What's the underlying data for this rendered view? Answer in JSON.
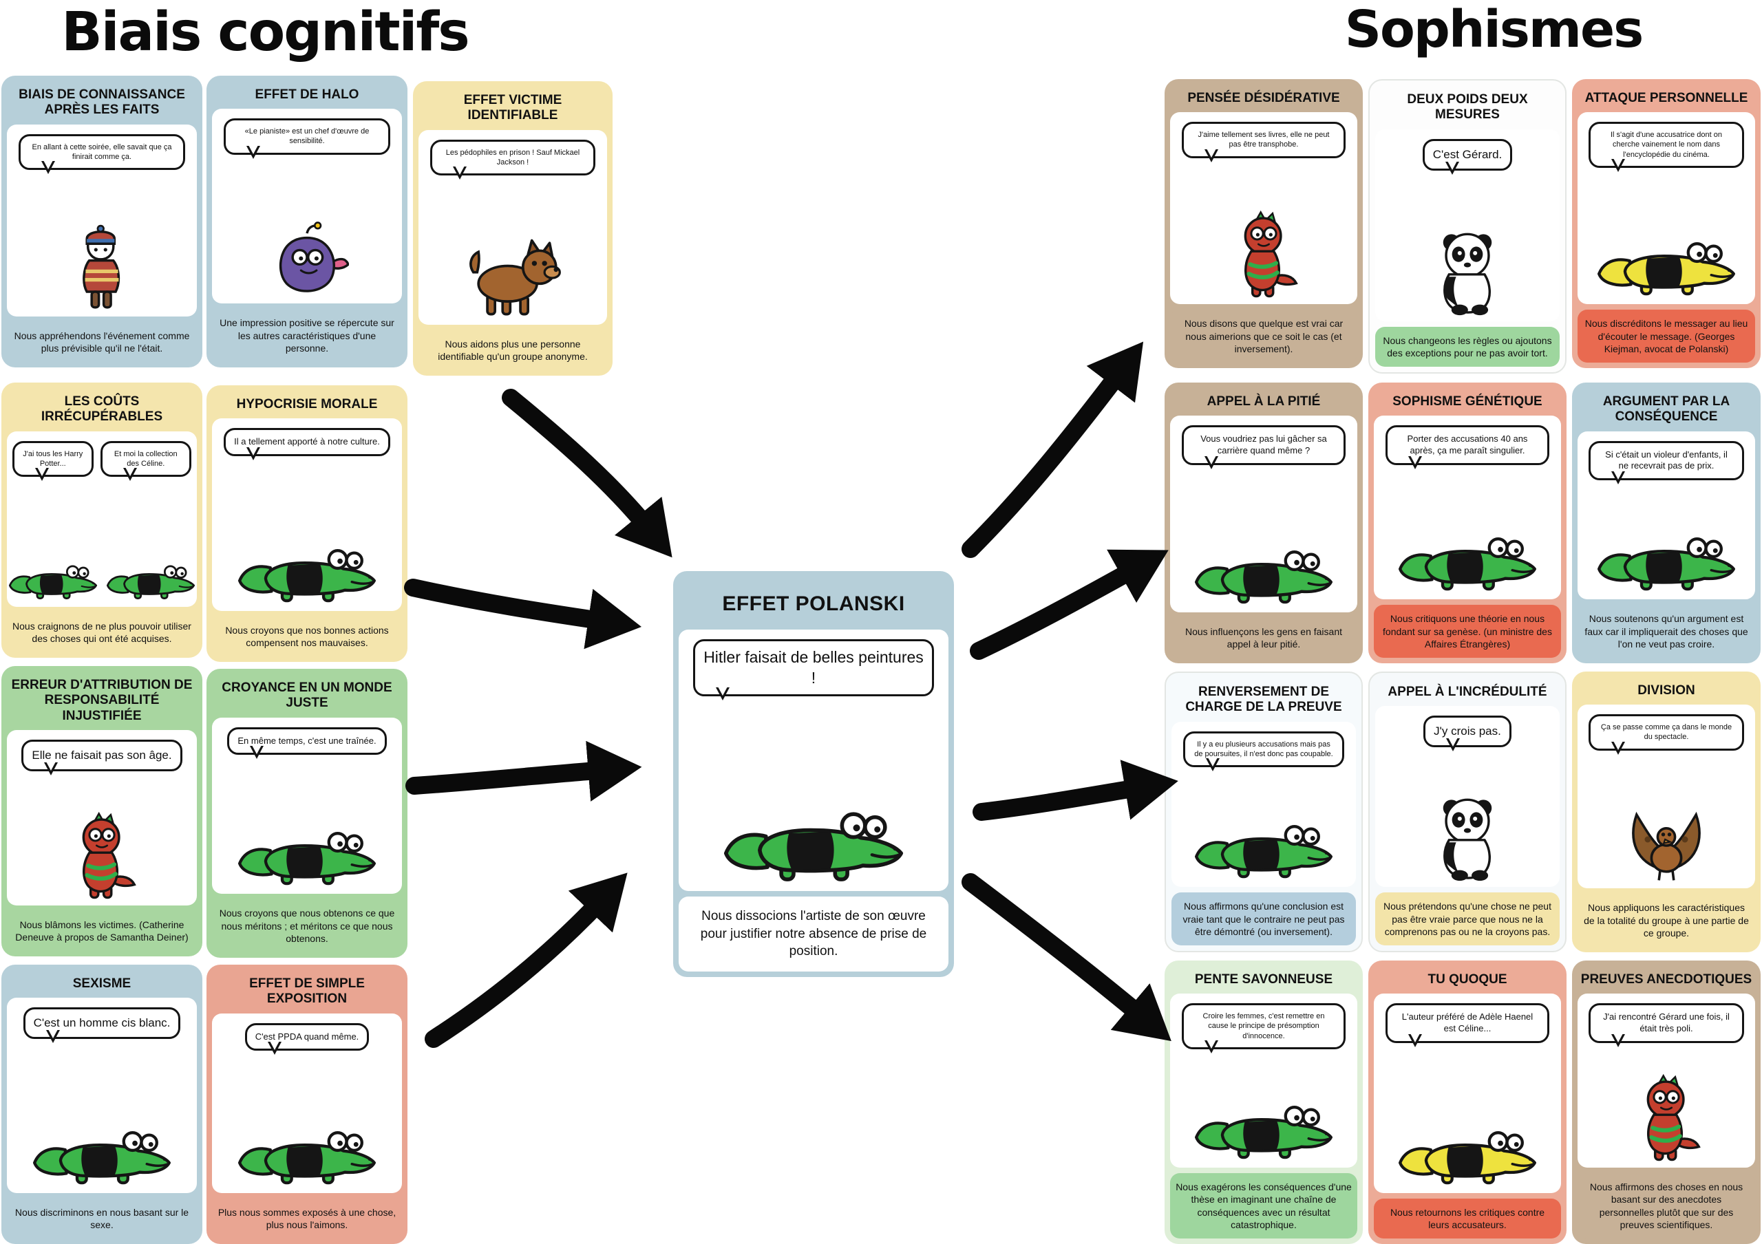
{
  "page": {
    "left_group_title": "Biais cognitifs",
    "right_group_title": "Sophismes"
  },
  "center_card": {
    "title": "EFFET POLANSKI",
    "bubble": "Hitler faisait de belles peintures !",
    "description": "Nous dissocions l'artiste de son œuvre pour justifier notre absence de prise de position.",
    "character": "green-crocodile"
  },
  "left_cards": [
    {
      "id": "biais-de-connaissance-apres-les-faits",
      "title": "BIAIS DE CONNAISSANCE APRÈS LES FAITS",
      "bubble": "En allant à cette soirée, elle savait que ça finirait comme ça.",
      "description": "Nous appréhendons l'événement comme plus prévisible qu'il ne l'était.",
      "character": "person-with-beanie",
      "theme": "blue"
    },
    {
      "id": "effet-de-halo",
      "title": "EFFET DE HALO",
      "bubble": "«Le pianiste» est un chef d'œuvre de sensibilité.",
      "description": "Une impression positive se répercute sur les autres caractéristiques d'une personne.",
      "character": "purple-creature",
      "theme": "blue"
    },
    {
      "id": "effet-victime-identifiable",
      "title": "EFFET VICTIME IDENTIFIABLE",
      "bubble": "Les pédophiles en prison ! Sauf Mickael Jackson !",
      "description": "Nous aidons plus une personne identifiable qu'un groupe anonyme.",
      "character": "brown-dog",
      "theme": "yellow"
    },
    {
      "id": "les-couts-irrecuperables",
      "title": "LES COÛTS IRRÉCUPÉRABLES",
      "bubble": "J'ai tous les Harry Potter...",
      "bubble2": "Et moi la collection des Céline.",
      "description": "Nous craignons de ne plus pouvoir utiliser des choses qui ont été acquises.",
      "character": "two-green-crocodiles",
      "theme": "yellow"
    },
    {
      "id": "hypocrisie-morale",
      "title": "HYPOCRISIE MORALE",
      "bubble": "Il a tellement apporté à notre culture.",
      "description": "Nous croyons que nos bonnes actions compensent nos mauvaises.",
      "character": "green-crocodile",
      "theme": "yellow"
    },
    {
      "id": "erreur-d-attribution-de-responsabilite-injustifiee",
      "title": "ERREUR D'ATTRIBUTION DE RESPONSABILITÉ INJUSTIFIÉE",
      "bubble": "Elle ne faisait pas son âge.",
      "description": "Nous blâmons les victimes. (Catherine Deneuve à propos de Samantha Deiner)",
      "character": "red-green-dino",
      "theme": "green"
    },
    {
      "id": "croyance-en-un-monde-juste",
      "title": "CROYANCE EN UN MONDE JUSTE",
      "bubble": "En même temps, c'est une traînée.",
      "description": "Nous croyons que nous obtenons ce que nous méritons ; et méritons ce que nous obtenons.",
      "character": "green-crocodile",
      "theme": "green"
    },
    {
      "id": "sexisme",
      "title": "SEXISME",
      "bubble": "C'est un homme cis blanc.",
      "description": "Nous discriminons en nous basant sur le sexe.",
      "character": "green-crocodile",
      "theme": "blue"
    },
    {
      "id": "effet-de-simple-exposition",
      "title": "EFFET DE SIMPLE EXPOSITION",
      "bubble": "C'est PPDA quand même.",
      "description": "Plus nous sommes exposés à une chose, plus nous l'aimons.",
      "character": "green-crocodile",
      "theme": "salmon"
    }
  ],
  "right_cards": [
    {
      "id": "pensee-desiderative",
      "title": "PENSÉE DÉSIDÉRATIVE",
      "bubble": "J'aime tellement ses livres, elle ne peut pas être transphobe.",
      "description": "Nous disons que quelque est vrai car nous aimerions que ce soit le cas (et inversement).",
      "character": "red-green-dino",
      "theme": "tan"
    },
    {
      "id": "deux-poids-deux-mesures",
      "title": "DEUX POIDS DEUX MESURES",
      "bubble": "C'est Gérard.",
      "description": "Nous changeons les règles ou ajoutons des exceptions pour ne pas avoir tort.",
      "character": "panda",
      "theme": "white-green"
    },
    {
      "id": "attaque-personnelle",
      "title": "ATTAQUE PERSONNELLE",
      "bubble": "Il s'agit d'une accusatrice dont on cherche vainement le nom dans l'encyclopédie du cinéma.",
      "description": "Nous discréditons le messager au lieu d'écouter le message. (Georges Kiejman, avocat de Polanski)",
      "character": "yellow-crocodile",
      "theme": "salmon-red"
    },
    {
      "id": "appel-a-la-pitie",
      "title": "APPEL À LA PITIÉ",
      "bubble": "Vous voudriez pas lui gâcher sa carrière quand même ?",
      "description": "Nous influençons les gens en faisant appel à leur pitié.",
      "character": "green-crocodile",
      "theme": "tan"
    },
    {
      "id": "sophisme-genetique",
      "title": "SOPHISME GÉNÉTIQUE",
      "bubble": "Porter des accusations 40 ans après, ça me paraît singulier.",
      "description": "Nous critiquons une théorie en nous fondant sur sa genèse. (un ministre des Affaires Étrangères)",
      "character": "green-crocodile",
      "theme": "salmon-red"
    },
    {
      "id": "argument-par-la-consequence",
      "title": "ARGUMENT PAR LA CONSÉQUENCE",
      "bubble": "Si c'était un violeur d'enfants, il ne recevrait pas de prix.",
      "description": "Nous soutenons qu'un argument est faux car il impliquerait des choses que l'on ne veut pas croire.",
      "character": "green-crocodile",
      "theme": "blue"
    },
    {
      "id": "renversement-de-charge-de-la-preuve",
      "title": "RENVERSEMENT DE CHARGE DE LA PREUVE",
      "bubble": "Il y a eu plusieurs accusations mais pas de poursuites, il n'est donc pas coupable.",
      "description": "Nous affirmons qu'une conclusion est vraie tant que le contraire ne peut pas être démontré (ou inversement).",
      "character": "green-crocodile",
      "theme": "white-blue"
    },
    {
      "id": "appel-a-l-incredulite",
      "title": "APPEL À L'INCRÉDULITÉ",
      "bubble": "J'y crois pas.",
      "description": "Nous prétendons qu'une chose ne peut pas être vraie parce que nous ne la comprenons pas ou ne la croyons pas.",
      "character": "panda",
      "theme": "white-yellow"
    },
    {
      "id": "division",
      "title": "DIVISION",
      "bubble": "Ça se passe comme ça dans le monde du spectacle.",
      "description": "Nous appliquons les caractéristiques de la totalité du groupe à une partie de ce groupe.",
      "character": "brown-turkey",
      "theme": "yellow"
    },
    {
      "id": "pente-savonneuse",
      "title": "PENTE SAVONNEUSE",
      "bubble": "Croire les femmes, c'est remettre en cause le principe de présomption d'innocence.",
      "description": "Nous exagérons les conséquences d'une thèse en imaginant une chaîne de conséquences avec un résultat catastrophique.",
      "character": "green-crocodile",
      "theme": "green-light"
    },
    {
      "id": "tu-quoque",
      "title": "TU QUOQUE",
      "bubble": "L'auteur préféré de Adèle Haenel est Céline...",
      "description": "Nous retournons les critiques contre leurs accusateurs.",
      "character": "yellow-crocodile",
      "theme": "salmon-red"
    },
    {
      "id": "preuves-anecdotiques",
      "title": "PREUVES ANECDOTIQUES",
      "bubble": "J'ai rencontré Gérard une fois, il était très poli.",
      "description": "Nous affirmons des choses en nous basant sur des anecdotes personnelles plutôt que sur des preuves scientifiques.",
      "character": "red-green-dino",
      "theme": "tan"
    }
  ],
  "palette": {
    "card_blue": "#b6cfd9",
    "card_yellow": "#f4e5ad",
    "card_green": "#a8d6a0",
    "card_salmon": "#e9a592",
    "footer_red": "#e96a50",
    "card_tan": "#c7b197",
    "footer_green": "#9ed69e",
    "footer_blue": "#b4cedd",
    "footer_yellow": "#f3e4a9",
    "arrow_black": "#0a0a0a",
    "croc_green": "#3cb54a",
    "croc_yellow": "#eee23e",
    "dino_red": "#c43f2e",
    "background": "#ffffff"
  }
}
